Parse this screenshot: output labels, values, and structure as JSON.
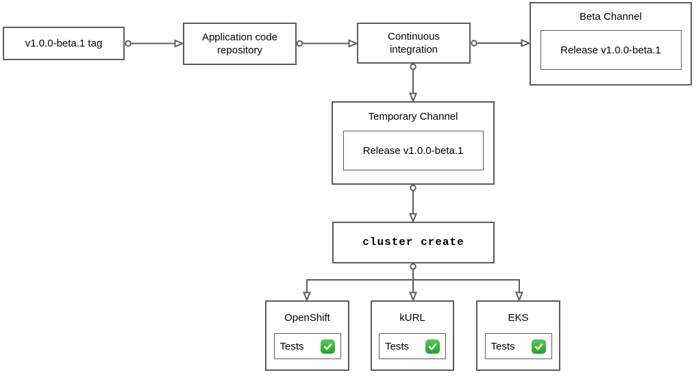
{
  "diagram": {
    "type": "flowchart",
    "nodes": {
      "tag": {
        "label": "v1.0.0-beta.1 tag"
      },
      "repo": {
        "label": "Application code repository"
      },
      "ci": {
        "label": "Continuous integration"
      },
      "beta_channel": {
        "title": "Beta Channel",
        "release_label": "Release v1.0.0-beta.1"
      },
      "temporary_channel": {
        "title": "Temporary Channel",
        "release_label": "Release v1.0.0-beta.1"
      },
      "cluster_create": {
        "label": "cluster create"
      },
      "clusters": [
        {
          "title": "OpenShift",
          "tests_label": "Tests",
          "status_icon": "check-mark-button"
        },
        {
          "title": "kURL",
          "tests_label": "Tests",
          "status_icon": "check-mark-button"
        },
        {
          "title": "EKS",
          "tests_label": "Tests",
          "status_icon": "check-mark-button"
        }
      ]
    },
    "edges": [
      {
        "from": "v1.0.0-beta.1 tag",
        "to": "Application code repository"
      },
      {
        "from": "Application code repository",
        "to": "Continuous integration"
      },
      {
        "from": "Continuous integration",
        "to": "Beta Channel"
      },
      {
        "from": "Continuous integration",
        "to": "Temporary Channel"
      },
      {
        "from": "Temporary Channel",
        "to": "cluster create"
      },
      {
        "from": "cluster create",
        "to": "OpenShift"
      },
      {
        "from": "cluster create",
        "to": "kURL"
      },
      {
        "from": "cluster create",
        "to": "EKS"
      }
    ],
    "colors": {
      "background": "#ffffff",
      "node_border": "#5b5b5b",
      "connector": "#5b5b5b",
      "text": "#000000",
      "check_green": "#2eb52e",
      "check_mark": "#ffffff"
    }
  }
}
